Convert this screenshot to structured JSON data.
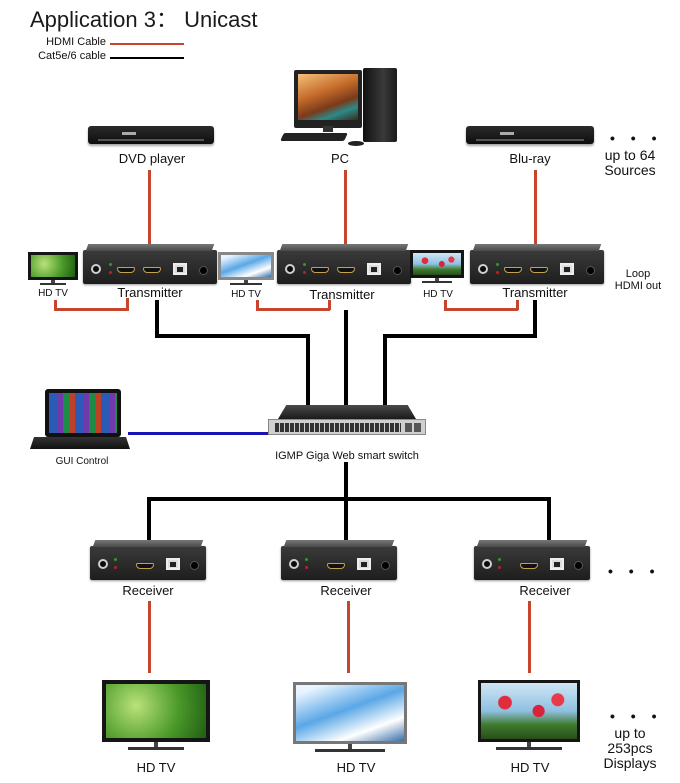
{
  "title": "Application 3： Unicast",
  "legend": {
    "items": [
      {
        "label": "HDMI Cable",
        "color": "#c8452d"
      },
      {
        "label": "Cat5e/6 cable",
        "color": "#000000"
      }
    ]
  },
  "colors": {
    "hdmi": "#c8452d",
    "cat": "#000000",
    "control": "#1a14b8"
  },
  "sources": [
    {
      "label": "DVD player",
      "icon": "dvd-player-icon"
    },
    {
      "label": "PC",
      "icon": "desktop-pc-icon"
    },
    {
      "label": "Blu-ray",
      "icon": "bluray-player-icon"
    }
  ],
  "sources_note": {
    "dots": "• • •",
    "line1": "up to 64",
    "line2": "Sources"
  },
  "transmitters": [
    {
      "label": "Transmitter",
      "loop_tv": "HD TV"
    },
    {
      "label": "Transmitter",
      "loop_tv": "HD TV"
    },
    {
      "label": "Transmitter",
      "loop_tv": "HD TV"
    }
  ],
  "loop_note": {
    "line1": "Loop",
    "line2": "HDMI out"
  },
  "switch": {
    "label": "IGMP Giga  Web smart switch"
  },
  "gui": {
    "label": "GUI Control"
  },
  "receivers": [
    {
      "label": "Receiver"
    },
    {
      "label": "Receiver"
    },
    {
      "label": "Receiver"
    }
  ],
  "receivers_note": {
    "dots": "• • •"
  },
  "displays": [
    {
      "label": "HD TV"
    },
    {
      "label": "HD TV"
    },
    {
      "label": "HD TV"
    }
  ],
  "displays_note": {
    "dots": "• • •",
    "line1": "up to",
    "line2": "253pcs",
    "line3": "Displays"
  }
}
